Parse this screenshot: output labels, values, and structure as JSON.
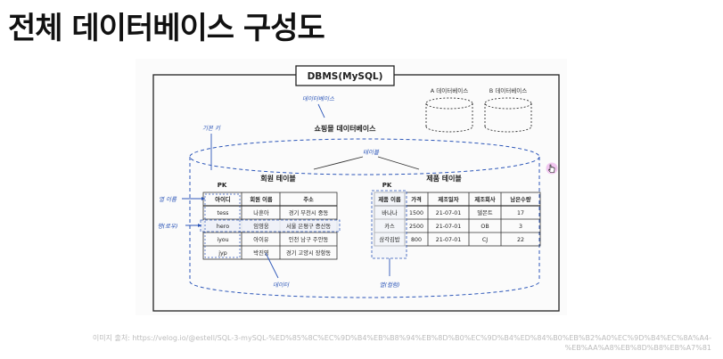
{
  "title": "전체 데이터베이스 구성도",
  "diagram": {
    "dbms_label": "DBMS(MySQL)",
    "db_label_a": "A 데이터베이스",
    "db_label_b": "B 데이터베이스",
    "annotation_database": "데이터베이스",
    "shop_db_label": "쇼핑몰 데이터베이스",
    "annotation_table": "테이블",
    "annotation_primary_key": "기본 키",
    "member_table_label": "회원 테이블",
    "product_table_label": "제품 테이블",
    "pk_label_member": "PK",
    "pk_label_product": "PK",
    "annotation_column_name": "열 이름",
    "annotation_row": "행(로우)",
    "annotation_data": "데이터",
    "annotation_column": "열(컬럼)",
    "member_table": {
      "headers": [
        "아이디",
        "회원 이름",
        "주소"
      ],
      "rows": [
        [
          "tess",
          "나훈아",
          "경기 부천시 중동"
        ],
        [
          "hero",
          "임영웅",
          "서울 은평구 증산동"
        ],
        [
          "iyou",
          "아이유",
          "인천 남구 주안동"
        ],
        [
          "jyp",
          "박진영",
          "경기 고양시 장항동"
        ]
      ]
    },
    "product_table": {
      "headers": [
        "제품 이름",
        "가격",
        "제조일자",
        "제조회사",
        "남은수량"
      ],
      "rows": [
        [
          "바나나",
          "1500",
          "21-07-01",
          "델몬트",
          "17"
        ],
        [
          "카스",
          "2500",
          "21-07-01",
          "OB",
          "3"
        ],
        [
          "삼각김밥",
          "800",
          "21-07-01",
          "CJ",
          "22"
        ]
      ]
    }
  },
  "caption": "이미지 출처: https://velog.io/@estell/SQL-3-mySQL-%ED%85%8C%EC%9D%B4%EB%B8%94%EB%8D%B0%EC%9D%B4%ED%84%B0%EB%B2%A0%EC%9D%B4%EC%8A%A4-%EB%AA%A8%EB%8D%B8%EB%A7%81",
  "colors": {
    "annotation": "#2c56b8",
    "ink": "#222222",
    "caption": "#bcbcbc"
  }
}
